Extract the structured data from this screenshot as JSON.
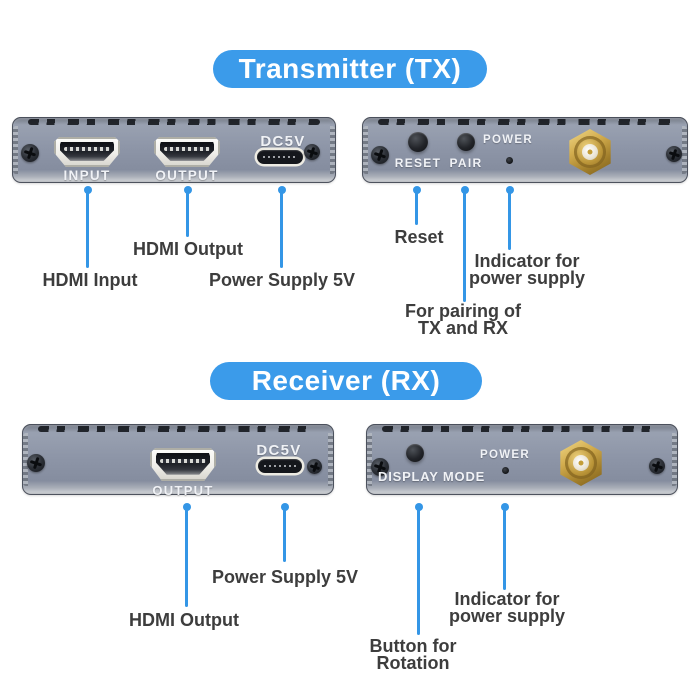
{
  "colors": {
    "accent_blue": "#3B9BEA",
    "annotation_blue": "#3496E6",
    "chassis_gray": "#8D95A7"
  },
  "transmitter": {
    "title": "Transmitter (TX)",
    "io_panel": {
      "hdmi_ports": [
        {
          "label": "INPUT"
        },
        {
          "label": "OUTPUT"
        }
      ],
      "usbc_label": "DC5V"
    },
    "control_panel": {
      "reset_label": "RESET",
      "pair_label": "PAIR",
      "power_label": "POWER"
    },
    "annotations": {
      "hdmi_input": "HDMI Input",
      "hdmi_output": "HDMI Output",
      "power_supply": "Power Supply 5V",
      "reset": "Reset",
      "pairing": {
        "line1": "For pairing of",
        "line2": "TX and RX"
      },
      "power_indicator": {
        "line1": "Indicator for",
        "line2": "power supply"
      }
    }
  },
  "receiver": {
    "title": "Receiver (RX)",
    "io_panel": {
      "hdmi_ports": [
        {
          "label": "OUTPUT"
        }
      ],
      "usbc_label": "DC5V"
    },
    "control_panel": {
      "display_mode_label": "DISPLAY MODE",
      "power_label": "POWER"
    },
    "annotations": {
      "hdmi_output": "HDMI Output",
      "power_supply": "Power Supply 5V",
      "rotation": {
        "line1": "Button for",
        "line2": "Rotation"
      },
      "power_indicator": {
        "line1": "Indicator for",
        "line2": "power supply"
      }
    }
  }
}
